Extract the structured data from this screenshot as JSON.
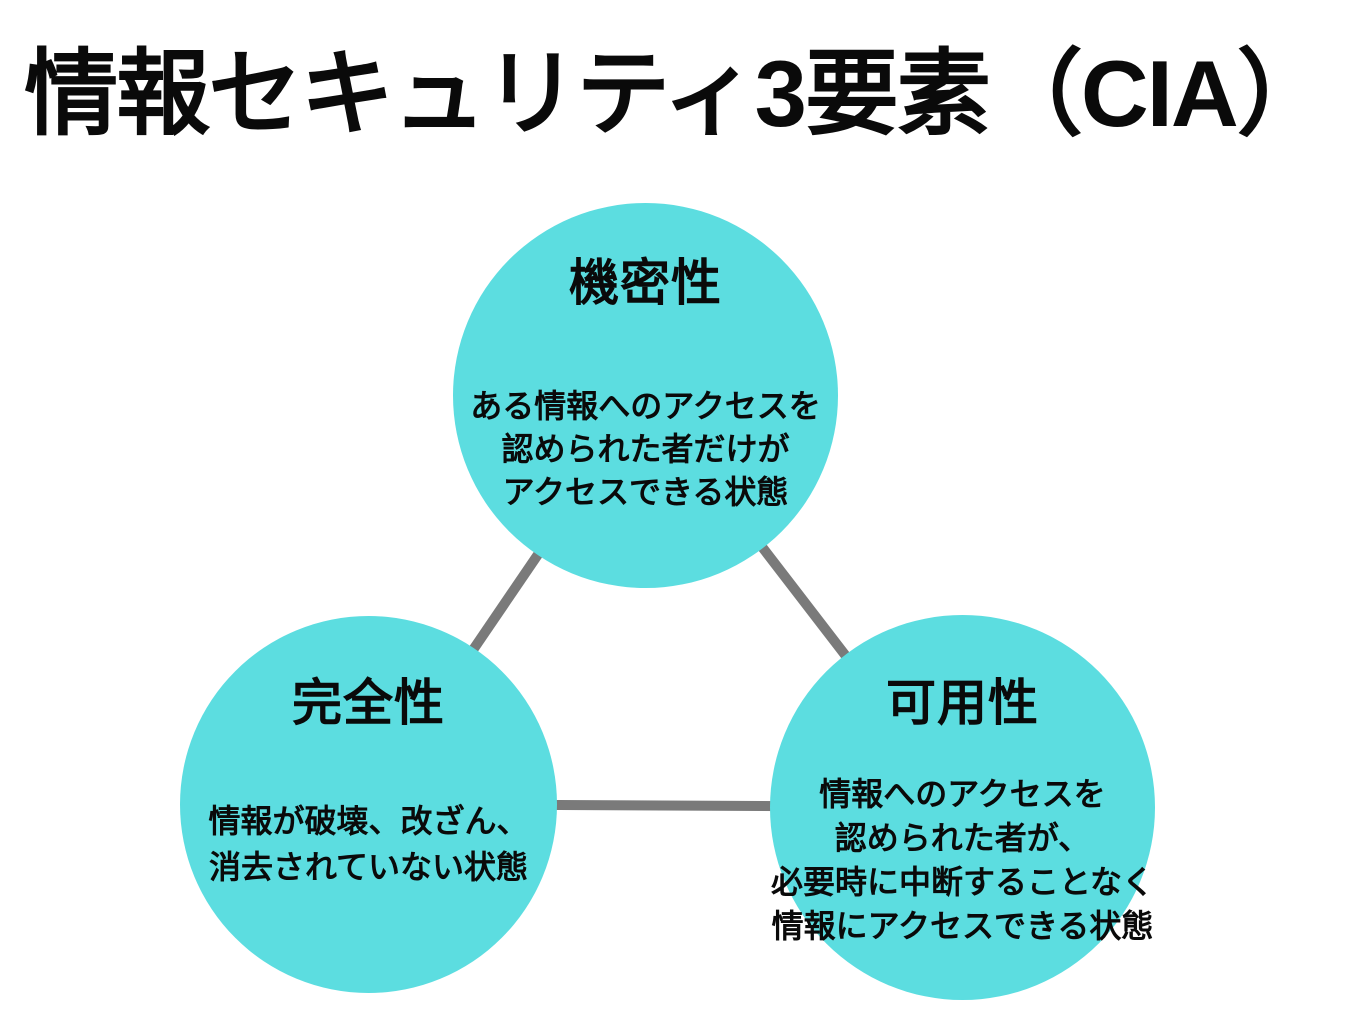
{
  "title": "情報セキュリティ3要素（CIA）",
  "colors": {
    "background": "#FFFFFF",
    "circle-fill": "#5CDDE0",
    "connector": "#7A7A7A",
    "text": "#0A0A0A"
  },
  "nodes": [
    {
      "id": "confidentiality",
      "label": "機密性",
      "description_lines": [
        "ある情報へのアクセスを",
        "認められた者だけが",
        "アクセスできる状態"
      ]
    },
    {
      "id": "integrity",
      "label": "完全性",
      "description_lines": [
        "情報が破壊、改ざん、",
        "消去されていない状態"
      ]
    },
    {
      "id": "availability",
      "label": "可用性",
      "description_lines": [
        "情報へのアクセスを",
        "認められた者が、",
        "必要時に中断することなく",
        "情報にアクセスできる状態"
      ]
    }
  ]
}
